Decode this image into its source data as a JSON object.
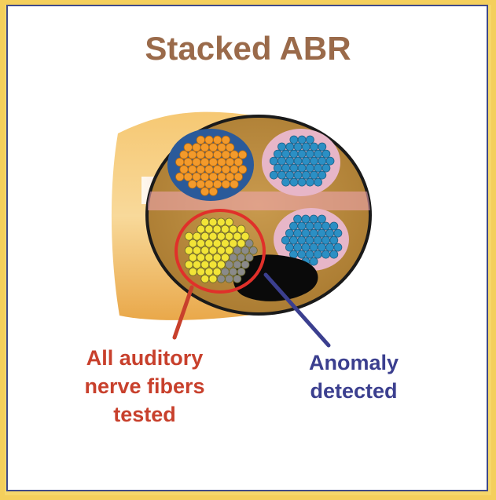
{
  "title": "Stacked ABR",
  "labels": {
    "all_fibers": [
      "All auditory",
      "nerve fibers",
      "tested"
    ],
    "anomaly": [
      "Anomaly",
      "detected"
    ]
  },
  "colors": {
    "title": "#9a6a4a",
    "all_fibers_label": "#c8402c",
    "anomaly_label": "#3b3f8f",
    "frame": "#f4cf5c",
    "panel_border": "#3f4a8a",
    "nerve_tan": "#b98a3c",
    "fiber_orange": "#f39a2b",
    "fiber_blue": "#2b8fc4",
    "fiber_yellow": "#f2e437",
    "fiber_gray": "#8a8a8a",
    "highlight_ring": "#e0302a",
    "anomaly_black": "#0a0a0a"
  }
}
